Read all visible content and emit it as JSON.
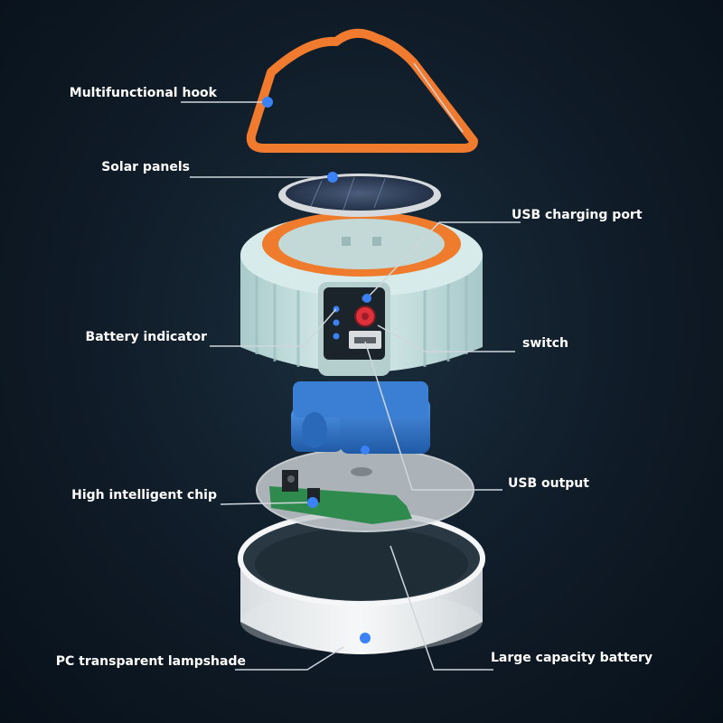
{
  "labels": {
    "hook": "Multifunctional hook",
    "solar": "Solar panels",
    "usb_charging": "USB charging port",
    "battery_indicator": "Battery indicator",
    "switch": "switch",
    "usb_output": "USB output",
    "chip": "High intelligent chip",
    "lampshade": "PC transparent lampshade",
    "battery": "Large capacity battery"
  },
  "colors": {
    "background": "#0f1b27",
    "hook_orange": "#f07a2e",
    "ring_orange": "#ef7b2d",
    "body_mint": "#cde5e4",
    "battery_blue": "#2f73c9",
    "marker_blue": "#3b82f6",
    "pcb_green": "#2f8a4e",
    "switch_red": "#e0303a",
    "label_text": "#ffffff",
    "leader_line": "#cfd6dc"
  }
}
